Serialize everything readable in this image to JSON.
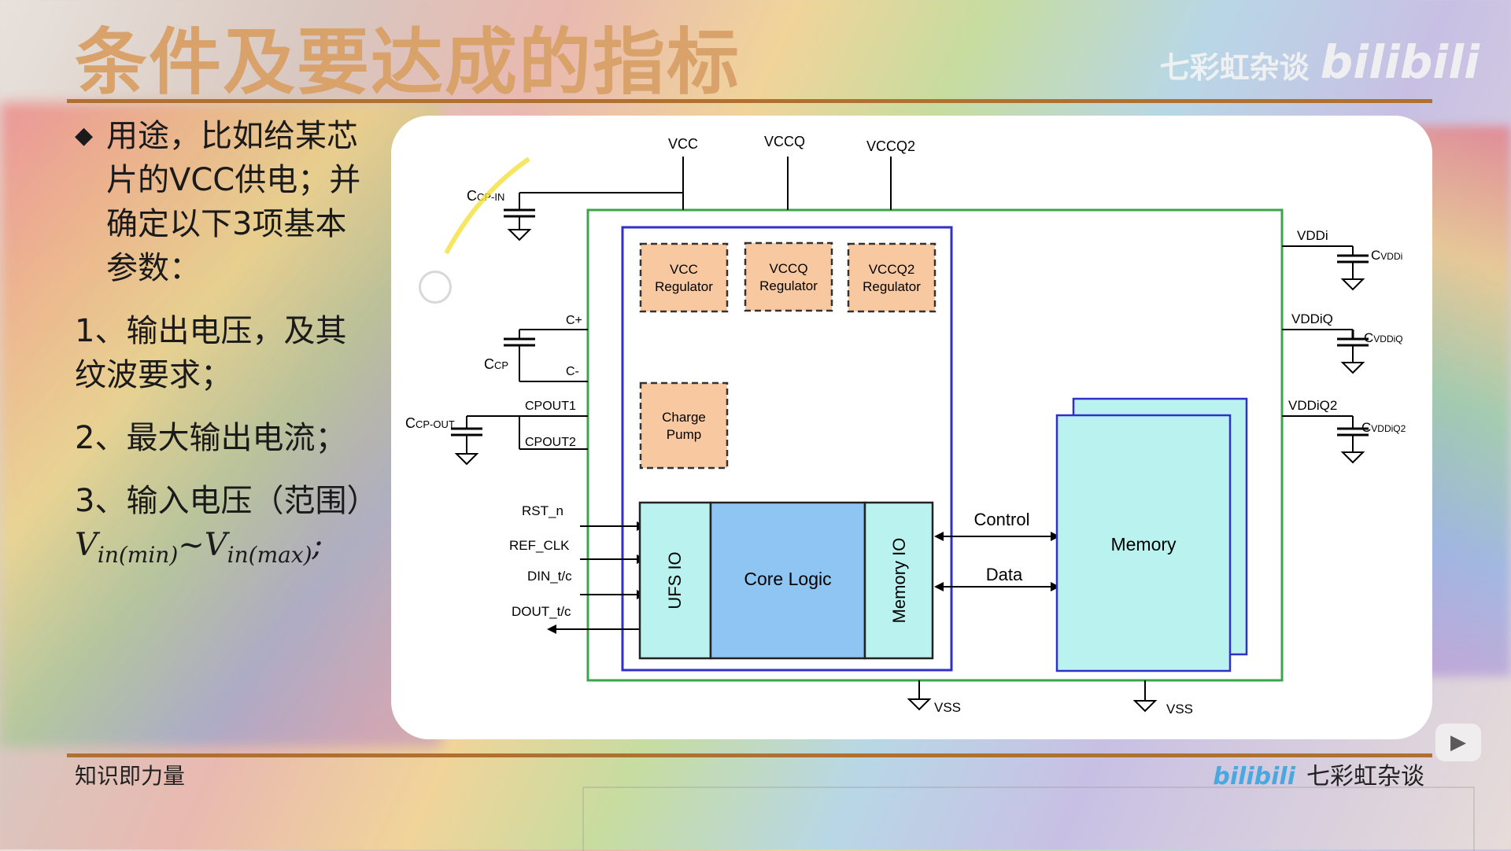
{
  "title": "条件及要达成的指标",
  "brand": {
    "channel": "七彩虹杂谈",
    "logo": "bilibili"
  },
  "bullets": {
    "intro": "用途，比如给某芯片的VCC供电；并确定以下3项基本参数：",
    "item1": "1、输出电压，及其纹波要求；",
    "item2": "2、最大输出电流；",
    "item3": "3、输入电压（范围）",
    "formula": {
      "v1": "V",
      "sub1": "in(min)",
      "tilde": "~",
      "v2": "V",
      "sub2": "in(max)",
      "end": ";"
    }
  },
  "diagram": {
    "top_supplies": [
      "VCC",
      "VCCQ",
      "VCCQ2"
    ],
    "cap_in": {
      "main": "C",
      "sub": "CP-IN"
    },
    "cap_cp": {
      "main": "C",
      "sub": "CP"
    },
    "cap_out": {
      "main": "C",
      "sub": "CP-OUT"
    },
    "pins": {
      "cplus": "C+",
      "cminus": "C-",
      "cpout1": "CPOUT1",
      "cpout2": "CPOUT2"
    },
    "regulators": [
      {
        "line1": "VCC",
        "line2": "Regulator"
      },
      {
        "line1": "VCCQ",
        "line2": "Regulator"
      },
      {
        "line1": "VCCQ2",
        "line2": "Regulator"
      }
    ],
    "charge_pump": {
      "line1": "Charge",
      "line2": "Pump"
    },
    "io_signals": [
      "RST_n",
      "REF_CLK",
      "DIN_t/c",
      "DOUT_t/c"
    ],
    "ufs_io": "UFS IO",
    "core_logic": "Core Logic",
    "memory_io": "Memory IO",
    "control": "Control",
    "data": "Data",
    "memory": "Memory",
    "right_rails": [
      {
        "name": "VDDi",
        "cap_main": "C",
        "cap_sub": "VDDi"
      },
      {
        "name": "VDDiQ",
        "cap_main": "C",
        "cap_sub": "VDDiQ"
      },
      {
        "name": "VDDiQ2",
        "cap_main": "C",
        "cap_sub": "VDDiQ2"
      }
    ],
    "ground": "VSS"
  },
  "footer": {
    "left": "知识即力量",
    "right": "七彩虹杂谈",
    "right_logo": "bilibili"
  },
  "colors": {
    "title": "#d8a26a",
    "rule": "#b07030",
    "regulator_fill": "#f8c9a0",
    "io_fill": "#b9f2ef",
    "core_fill": "#8ec5f2",
    "memory_fill": "#b9f2ef",
    "outer_box": "#3aa64a",
    "inner_box": "#3030c8"
  }
}
